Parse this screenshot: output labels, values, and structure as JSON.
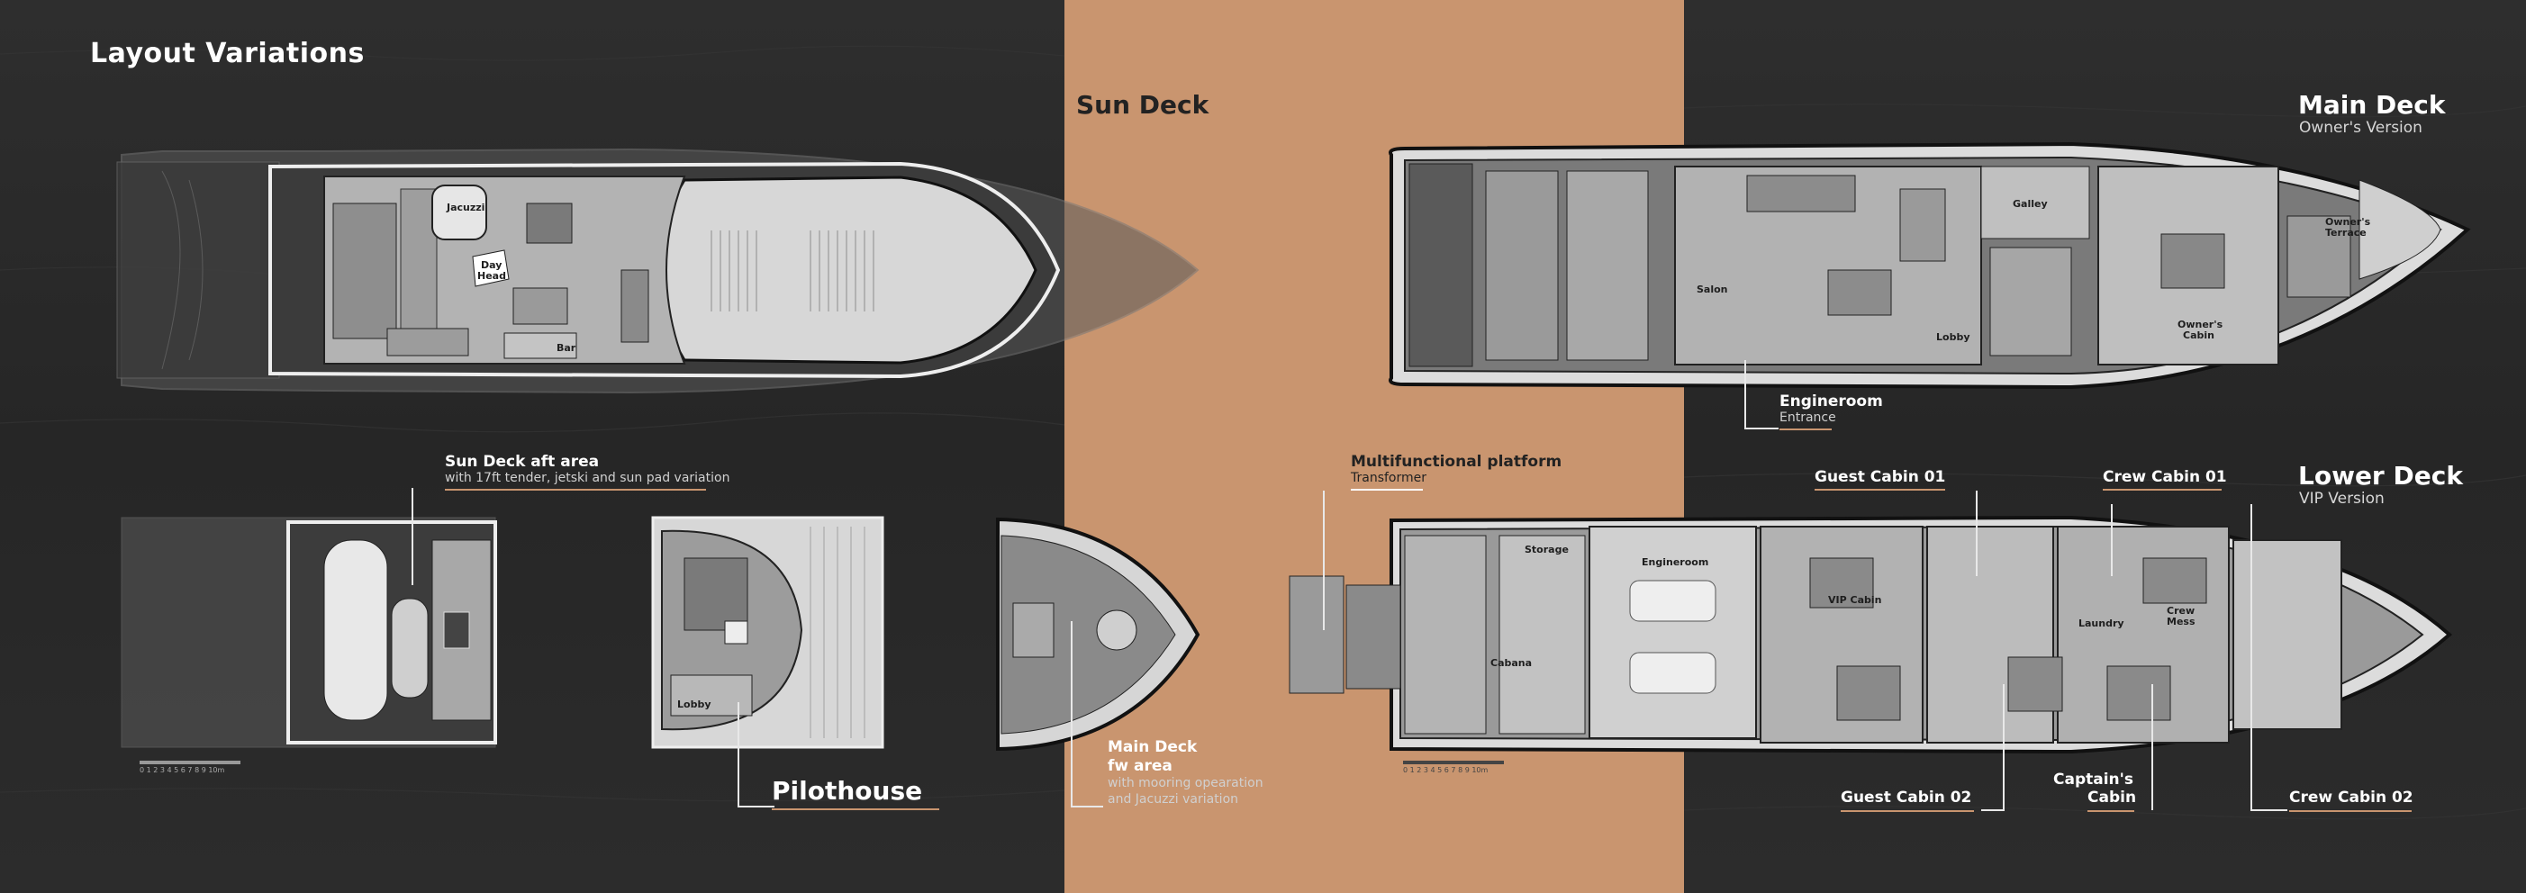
{
  "title": "Layout Variations",
  "decks": {
    "sun_deck": {
      "title": "Sun Deck"
    },
    "main_deck": {
      "title": "Main Deck",
      "subtitle": "Owner's Version"
    },
    "lower_deck": {
      "title": "Lower Deck",
      "subtitle": "VIP Version"
    },
    "pilothouse": {
      "title": "Pilothouse"
    }
  },
  "callouts": {
    "sun_aft": {
      "title": "Sun Deck aft area",
      "desc": "with 17ft tender, jetski and sun pad variation"
    },
    "main_fw": {
      "title_line1": "Main Deck",
      "title_line2": "fw area",
      "desc_line1": "with mooring opearation",
      "desc_line2": "and Jacuzzi variation"
    },
    "multi": {
      "title": "Multifunctional platform",
      "desc": "Transformer"
    },
    "engine": {
      "title": "Engineroom",
      "desc": "Entrance"
    },
    "guest1": {
      "title": "Guest Cabin 01"
    },
    "crew1": {
      "title": "Crew Cabin 01"
    },
    "guest2": {
      "title": "Guest Cabin 02"
    },
    "captain": {
      "title_line1": "Captain's",
      "title_line2": "Cabin"
    },
    "crew2": {
      "title": "Crew Cabin 02"
    }
  },
  "rooms": {
    "sun": {
      "jacuzzi": "Jacuzzi",
      "day_head_1": "Day",
      "day_head_2": "Head",
      "bar": "Bar"
    },
    "main": {
      "galley": "Galley",
      "salon": "Salon",
      "lobby": "Lobby",
      "owners_cabin_1": "Owner's",
      "owners_cabin_2": "Cabin",
      "owners_terrace_1": "Owner's",
      "owners_terrace_2": "Terrace"
    },
    "pilothouse": {
      "lobby": "Lobby"
    },
    "lower": {
      "storage": "Storage",
      "engineroom": "Engineroom",
      "cabana": "Cabana",
      "vip_cabin": "VIP Cabin",
      "laundry": "Laundry",
      "crew_mess_1": "Crew",
      "crew_mess_2": "Mess"
    }
  },
  "scale_label": "0 1 2 3 4 5 6 7 8 9 10m",
  "colors": {
    "accent": "#c9956f",
    "background": "#2a2a2a",
    "hull": "#8a8a8a",
    "deck_light": "#cfcfcf",
    "text": "#ffffff"
  }
}
